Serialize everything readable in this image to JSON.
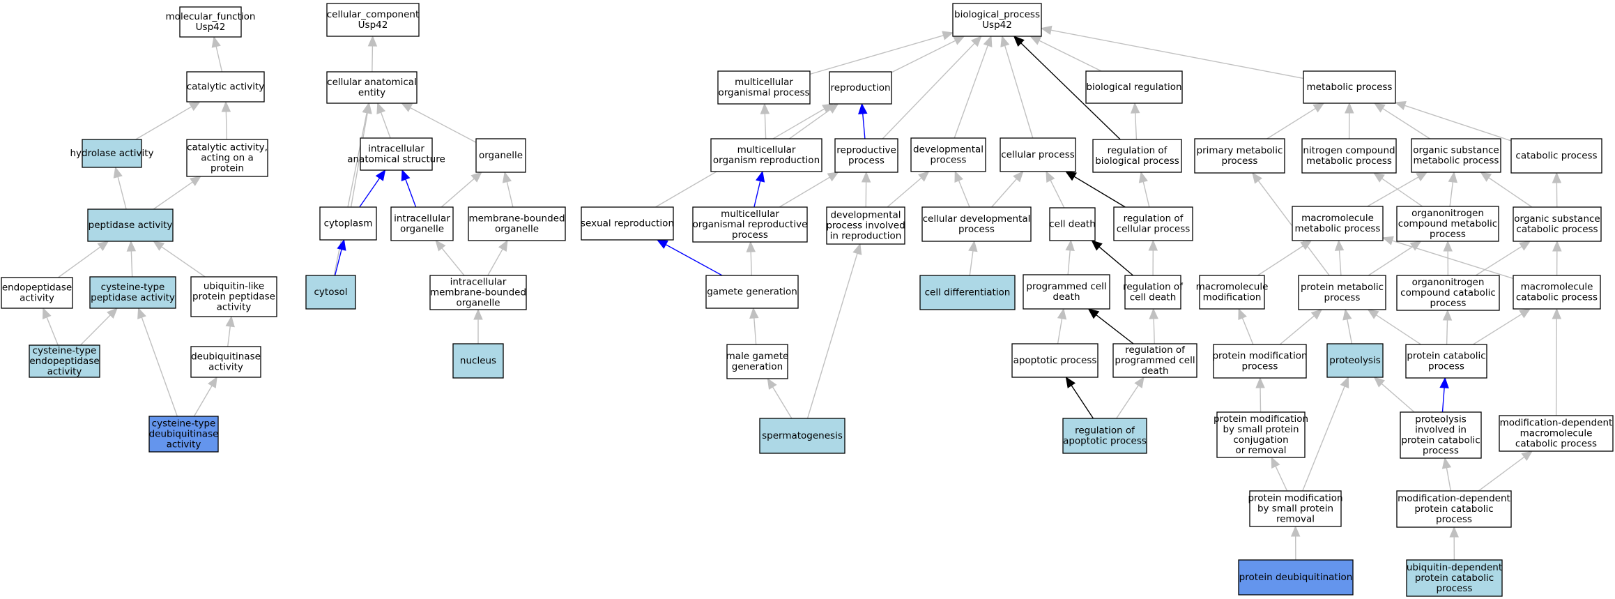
{
  "colors": {
    "plain": "#ffffff",
    "annotated": "#add8e6",
    "direct": "#6495ed",
    "edge_default": "#c0c0c0",
    "edge_black": "#000000",
    "edge_blue": "#0000ff"
  },
  "nodes": [
    {
      "id": "mf",
      "lines": [
        "molecular_function",
        "Usp42"
      ],
      "fill": "plain"
    },
    {
      "id": "cat",
      "lines": [
        "catalytic activity"
      ],
      "fill": "plain"
    },
    {
      "id": "hydro",
      "lines": [
        "hydrolase activity"
      ],
      "fill": "annotated"
    },
    {
      "id": "catprot",
      "lines": [
        "catalytic activity,",
        "acting on a",
        "protein"
      ],
      "fill": "plain"
    },
    {
      "id": "pept",
      "lines": [
        "peptidase activity"
      ],
      "fill": "annotated"
    },
    {
      "id": "endo",
      "lines": [
        "endopeptidase",
        "activity"
      ],
      "fill": "plain"
    },
    {
      "id": "cyspept",
      "lines": [
        "cysteine-type",
        "peptidase activity"
      ],
      "fill": "annotated"
    },
    {
      "id": "ublpept",
      "lines": [
        "ubiquitin-like",
        "protein peptidase",
        "activity"
      ],
      "fill": "plain"
    },
    {
      "id": "cysendo",
      "lines": [
        "cysteine-type",
        "endopeptidase",
        "activity"
      ],
      "fill": "annotated"
    },
    {
      "id": "deubact",
      "lines": [
        "deubiquitinase",
        "activity"
      ],
      "fill": "plain"
    },
    {
      "id": "cysdeub",
      "lines": [
        "cysteine-type",
        "deubiquitinase",
        "activity"
      ],
      "fill": "direct"
    },
    {
      "id": "cc",
      "lines": [
        "cellular_component",
        "Usp42"
      ],
      "fill": "plain"
    },
    {
      "id": "cae",
      "lines": [
        "cellular anatomical",
        "entity"
      ],
      "fill": "plain"
    },
    {
      "id": "ias",
      "lines": [
        "intracellular",
        "anatomical structure"
      ],
      "fill": "plain"
    },
    {
      "id": "org",
      "lines": [
        "organelle"
      ],
      "fill": "plain"
    },
    {
      "id": "cyto",
      "lines": [
        "cytoplasm"
      ],
      "fill": "plain"
    },
    {
      "id": "intorg",
      "lines": [
        "intracellular",
        "organelle"
      ],
      "fill": "plain"
    },
    {
      "id": "mbo",
      "lines": [
        "membrane-bounded",
        "organelle"
      ],
      "fill": "plain"
    },
    {
      "id": "cytosol",
      "lines": [
        "cytosol"
      ],
      "fill": "annotated"
    },
    {
      "id": "imbo",
      "lines": [
        "intracellular",
        "membrane-bounded",
        "organelle"
      ],
      "fill": "plain"
    },
    {
      "id": "nucleus",
      "lines": [
        "nucleus"
      ],
      "fill": "annotated"
    },
    {
      "id": "bp",
      "lines": [
        "biological_process",
        "Usp42"
      ],
      "fill": "plain"
    },
    {
      "id": "mop",
      "lines": [
        "multicellular",
        "organismal process"
      ],
      "fill": "plain"
    },
    {
      "id": "repro",
      "lines": [
        "reproduction"
      ],
      "fill": "plain"
    },
    {
      "id": "bioreg",
      "lines": [
        "biological regulation"
      ],
      "fill": "plain"
    },
    {
      "id": "metab",
      "lines": [
        "metabolic process"
      ],
      "fill": "plain"
    },
    {
      "id": "mor",
      "lines": [
        "multicellular",
        "organism reproduction"
      ],
      "fill": "plain"
    },
    {
      "id": "reprop",
      "lines": [
        "reproductive",
        "process"
      ],
      "fill": "plain"
    },
    {
      "id": "devp",
      "lines": [
        "developmental",
        "process"
      ],
      "fill": "plain"
    },
    {
      "id": "cellp",
      "lines": [
        "cellular process"
      ],
      "fill": "plain"
    },
    {
      "id": "regbio",
      "lines": [
        "regulation of",
        "biological process"
      ],
      "fill": "plain"
    },
    {
      "id": "primmet",
      "lines": [
        "primary metabolic",
        "process"
      ],
      "fill": "plain"
    },
    {
      "id": "ncmet",
      "lines": [
        "nitrogen compound",
        "metabolic process"
      ],
      "fill": "plain"
    },
    {
      "id": "osmet",
      "lines": [
        "organic substance",
        "metabolic process"
      ],
      "fill": "plain"
    },
    {
      "id": "catab",
      "lines": [
        "catabolic process"
      ],
      "fill": "plain"
    },
    {
      "id": "sexrep",
      "lines": [
        "sexual reproduction"
      ],
      "fill": "plain"
    },
    {
      "id": "mrp",
      "lines": [
        "multicellular",
        "organismal reproductive",
        "process"
      ],
      "fill": "plain"
    },
    {
      "id": "dpir",
      "lines": [
        "developmental",
        "process involved",
        "in reproduction"
      ],
      "fill": "plain"
    },
    {
      "id": "celldevp",
      "lines": [
        "cellular developmental",
        "process"
      ],
      "fill": "plain"
    },
    {
      "id": "celldeath",
      "lines": [
        "cell death"
      ],
      "fill": "plain"
    },
    {
      "id": "regcellp",
      "lines": [
        "regulation of",
        "cellular process"
      ],
      "fill": "plain"
    },
    {
      "id": "macmet",
      "lines": [
        "macromolecule",
        "metabolic process"
      ],
      "fill": "plain"
    },
    {
      "id": "orgncmet",
      "lines": [
        "organonitrogen",
        "compound metabolic",
        "process"
      ],
      "fill": "plain"
    },
    {
      "id": "oscat",
      "lines": [
        "organic substance",
        "catabolic process"
      ],
      "fill": "plain"
    },
    {
      "id": "gamgen",
      "lines": [
        "gamete generation"
      ],
      "fill": "plain"
    },
    {
      "id": "celldiff",
      "lines": [
        "cell differentiation"
      ],
      "fill": "annotated"
    },
    {
      "id": "pcd",
      "lines": [
        "programmed cell",
        "death"
      ],
      "fill": "plain"
    },
    {
      "id": "regcd",
      "lines": [
        "regulation of",
        "cell death"
      ],
      "fill": "plain"
    },
    {
      "id": "macmod",
      "lines": [
        "macromolecule",
        "modification"
      ],
      "fill": "plain"
    },
    {
      "id": "protmet",
      "lines": [
        "protein metabolic",
        "process"
      ],
      "fill": "plain"
    },
    {
      "id": "orgnccat",
      "lines": [
        "organonitrogen",
        "compound catabolic",
        "process"
      ],
      "fill": "plain"
    },
    {
      "id": "maccat",
      "lines": [
        "macromolecule",
        "catabolic process"
      ],
      "fill": "plain"
    },
    {
      "id": "mgg",
      "lines": [
        "male gamete",
        "generation"
      ],
      "fill": "plain"
    },
    {
      "id": "apop",
      "lines": [
        "apoptotic process"
      ],
      "fill": "plain"
    },
    {
      "id": "regpcd",
      "lines": [
        "regulation of",
        "programmed cell",
        "death"
      ],
      "fill": "plain"
    },
    {
      "id": "protmod",
      "lines": [
        "protein modification",
        "process"
      ],
      "fill": "plain"
    },
    {
      "id": "proteol",
      "lines": [
        "proteolysis"
      ],
      "fill": "annotated"
    },
    {
      "id": "protcat",
      "lines": [
        "protein catabolic",
        "process"
      ],
      "fill": "plain"
    },
    {
      "id": "sperm",
      "lines": [
        "spermatogenesis"
      ],
      "fill": "annotated"
    },
    {
      "id": "regapop",
      "lines": [
        "regulation of",
        "apoptotic process"
      ],
      "fill": "annotated"
    },
    {
      "id": "pmsp",
      "lines": [
        "protein modification",
        "by small protein",
        "conjugation",
        "or removal"
      ],
      "fill": "plain"
    },
    {
      "id": "pipc",
      "lines": [
        "proteolysis",
        "involved in",
        "protein catabolic",
        "process"
      ],
      "fill": "plain"
    },
    {
      "id": "mdmc",
      "lines": [
        "modification-dependent",
        "macromolecule",
        "catabolic process"
      ],
      "fill": "plain"
    },
    {
      "id": "pmspr",
      "lines": [
        "protein modification",
        "by small protein",
        "removal"
      ],
      "fill": "plain"
    },
    {
      "id": "mdpc",
      "lines": [
        "modification-dependent",
        "protein catabolic",
        "process"
      ],
      "fill": "plain"
    },
    {
      "id": "deub",
      "lines": [
        "protein deubiquitination"
      ],
      "fill": "direct"
    },
    {
      "id": "udpc",
      "lines": [
        "ubiquitin-dependent",
        "protein catabolic",
        "process"
      ],
      "fill": "annotated"
    }
  ],
  "edges": [
    {
      "from": "cat",
      "to": "mf"
    },
    {
      "from": "hydro",
      "to": "cat"
    },
    {
      "from": "catprot",
      "to": "cat"
    },
    {
      "from": "pept",
      "to": "hydro"
    },
    {
      "from": "pept",
      "to": "catprot"
    },
    {
      "from": "endo",
      "to": "pept"
    },
    {
      "from": "cyspept",
      "to": "pept"
    },
    {
      "from": "ublpept",
      "to": "pept"
    },
    {
      "from": "cysendo",
      "to": "endo"
    },
    {
      "from": "cysendo",
      "to": "cyspept"
    },
    {
      "from": "deubact",
      "to": "ublpept"
    },
    {
      "from": "cysdeub",
      "to": "cyspept"
    },
    {
      "from": "cysdeub",
      "to": "deubact"
    },
    {
      "from": "cae",
      "to": "cc"
    },
    {
      "from": "ias",
      "to": "cae"
    },
    {
      "from": "org",
      "to": "cae"
    },
    {
      "from": "cyto",
      "to": "cae"
    },
    {
      "from": "cytosol",
      "to": "cae"
    },
    {
      "from": "cyto",
      "to": "ias",
      "color": "blue"
    },
    {
      "from": "intorg",
      "to": "ias",
      "color": "blue"
    },
    {
      "from": "intorg",
      "to": "org"
    },
    {
      "from": "mbo",
      "to": "org"
    },
    {
      "from": "cytosol",
      "to": "cyto",
      "color": "blue"
    },
    {
      "from": "imbo",
      "to": "intorg"
    },
    {
      "from": "imbo",
      "to": "mbo"
    },
    {
      "from": "nucleus",
      "to": "imbo"
    },
    {
      "from": "mop",
      "to": "bp"
    },
    {
      "from": "repro",
      "to": "bp"
    },
    {
      "from": "bioreg",
      "to": "bp"
    },
    {
      "from": "metab",
      "to": "bp"
    },
    {
      "from": "reprop",
      "to": "bp"
    },
    {
      "from": "devp",
      "to": "bp"
    },
    {
      "from": "cellp",
      "to": "bp"
    },
    {
      "from": "regbio",
      "to": "bp",
      "color": "black"
    },
    {
      "from": "mor",
      "to": "mop"
    },
    {
      "from": "mor",
      "to": "repro"
    },
    {
      "from": "reprop",
      "to": "repro",
      "color": "blue"
    },
    {
      "from": "sexrep",
      "to": "repro"
    },
    {
      "from": "regbio",
      "to": "bioreg"
    },
    {
      "from": "primmet",
      "to": "metab"
    },
    {
      "from": "ncmet",
      "to": "metab"
    },
    {
      "from": "osmet",
      "to": "metab"
    },
    {
      "from": "catab",
      "to": "metab"
    },
    {
      "from": "mrp",
      "to": "mor",
      "color": "blue"
    },
    {
      "from": "mrp",
      "to": "reprop"
    },
    {
      "from": "dpir",
      "to": "reprop"
    },
    {
      "from": "dpir",
      "to": "devp"
    },
    {
      "from": "celldevp",
      "to": "devp"
    },
    {
      "from": "celldevp",
      "to": "cellp"
    },
    {
      "from": "celldeath",
      "to": "cellp"
    },
    {
      "from": "regcellp",
      "to": "cellp",
      "color": "black"
    },
    {
      "from": "regcellp",
      "to": "regbio"
    },
    {
      "from": "macmet",
      "to": "osmet"
    },
    {
      "from": "orgncmet",
      "to": "ncmet"
    },
    {
      "from": "orgncmet",
      "to": "osmet"
    },
    {
      "from": "oscat",
      "to": "osmet"
    },
    {
      "from": "oscat",
      "to": "catab"
    },
    {
      "from": "gamgen",
      "to": "sexrep",
      "color": "blue"
    },
    {
      "from": "gamgen",
      "to": "mrp"
    },
    {
      "from": "celldiff",
      "to": "celldevp"
    },
    {
      "from": "pcd",
      "to": "celldeath"
    },
    {
      "from": "regcd",
      "to": "celldeath",
      "color": "black"
    },
    {
      "from": "regcd",
      "to": "regcellp"
    },
    {
      "from": "macmod",
      "to": "macmet"
    },
    {
      "from": "protmet",
      "to": "primmet"
    },
    {
      "from": "protmet",
      "to": "macmet"
    },
    {
      "from": "protmet",
      "to": "orgncmet"
    },
    {
      "from": "orgnccat",
      "to": "orgncmet"
    },
    {
      "from": "orgnccat",
      "to": "oscat"
    },
    {
      "from": "maccat",
      "to": "macmet"
    },
    {
      "from": "maccat",
      "to": "oscat"
    },
    {
      "from": "mgg",
      "to": "gamgen"
    },
    {
      "from": "apop",
      "to": "pcd"
    },
    {
      "from": "regpcd",
      "to": "pcd",
      "color": "black"
    },
    {
      "from": "regpcd",
      "to": "regcd"
    },
    {
      "from": "protmod",
      "to": "macmod"
    },
    {
      "from": "protmod",
      "to": "protmet"
    },
    {
      "from": "proteol",
      "to": "protmet"
    },
    {
      "from": "protcat",
      "to": "protmet"
    },
    {
      "from": "protcat",
      "to": "orgnccat"
    },
    {
      "from": "protcat",
      "to": "maccat"
    },
    {
      "from": "sperm",
      "to": "mgg"
    },
    {
      "from": "sperm",
      "to": "dpir"
    },
    {
      "from": "regapop",
      "to": "apop",
      "color": "black"
    },
    {
      "from": "regapop",
      "to": "regpcd"
    },
    {
      "from": "pmsp",
      "to": "protmod"
    },
    {
      "from": "pipc",
      "to": "proteol"
    },
    {
      "from": "pipc",
      "to": "protcat",
      "color": "blue"
    },
    {
      "from": "mdmc",
      "to": "maccat"
    },
    {
      "from": "pmspr",
      "to": "pmsp"
    },
    {
      "from": "pmspr",
      "to": "proteol"
    },
    {
      "from": "mdpc",
      "to": "pipc"
    },
    {
      "from": "mdpc",
      "to": "mdmc"
    },
    {
      "from": "deub",
      "to": "pmspr"
    },
    {
      "from": "udpc",
      "to": "mdpc"
    }
  ]
}
